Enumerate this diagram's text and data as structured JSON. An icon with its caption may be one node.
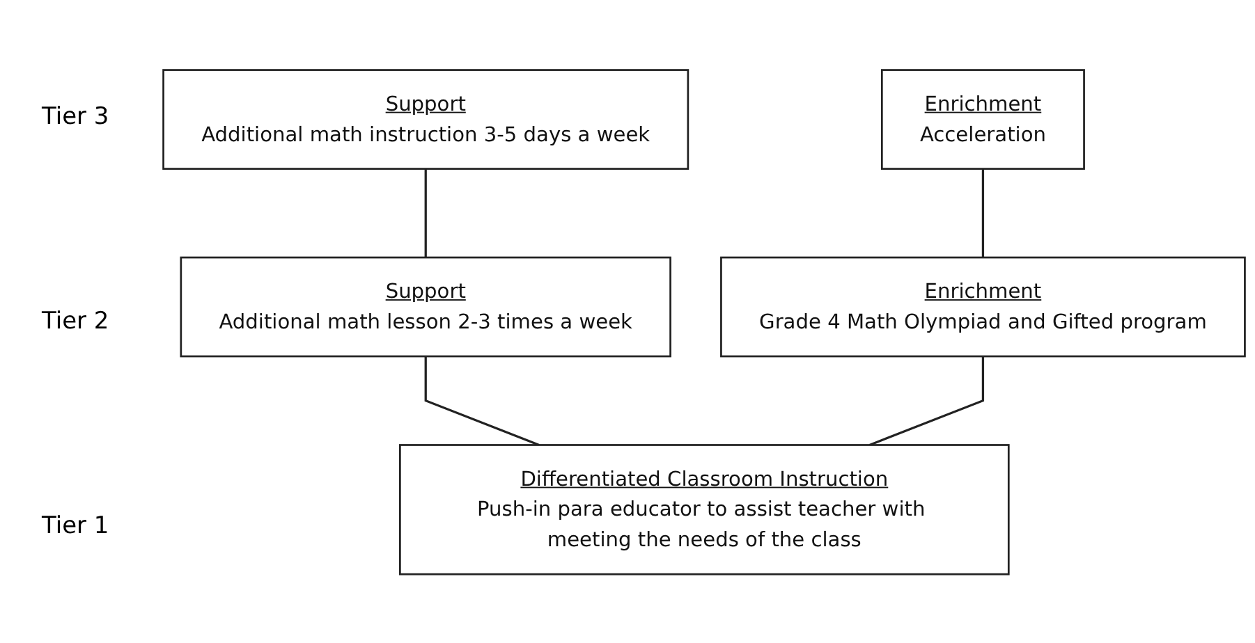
{
  "diagram": {
    "nodes": [
      {
        "text": [
          "Support",
          "Additional math instruction 3-5 days a week"
        ]
      },
      {
        "text": [
          "Enrichment",
          "Acceleration"
        ]
      },
      {
        "text": [
          "Support",
          "Additional math lesson 2-3 times a week"
        ]
      },
      {
        "text": [
          "Enrichment",
          "Grade 4 Math Olympiad and Gifted program"
        ]
      },
      {
        "text": [
          "Differentiated Classroom Instruction",
          "Push-in para educator to assist teacher with meeting the needs of the class"
        ]
      }
    ],
    "edges": [
      {
        "from": 0,
        "to": 2,
        "arrow": "none"
      },
      {
        "from": 1,
        "to": 3,
        "arrow": "none"
      },
      {
        "from": 2,
        "to": 4,
        "arrow": "none"
      },
      {
        "from": 3,
        "to": 4,
        "arrow": "none"
      }
    ],
    "labels": [
      "Tier 3",
      "Tier 2",
      "Tier 1"
    ]
  }
}
